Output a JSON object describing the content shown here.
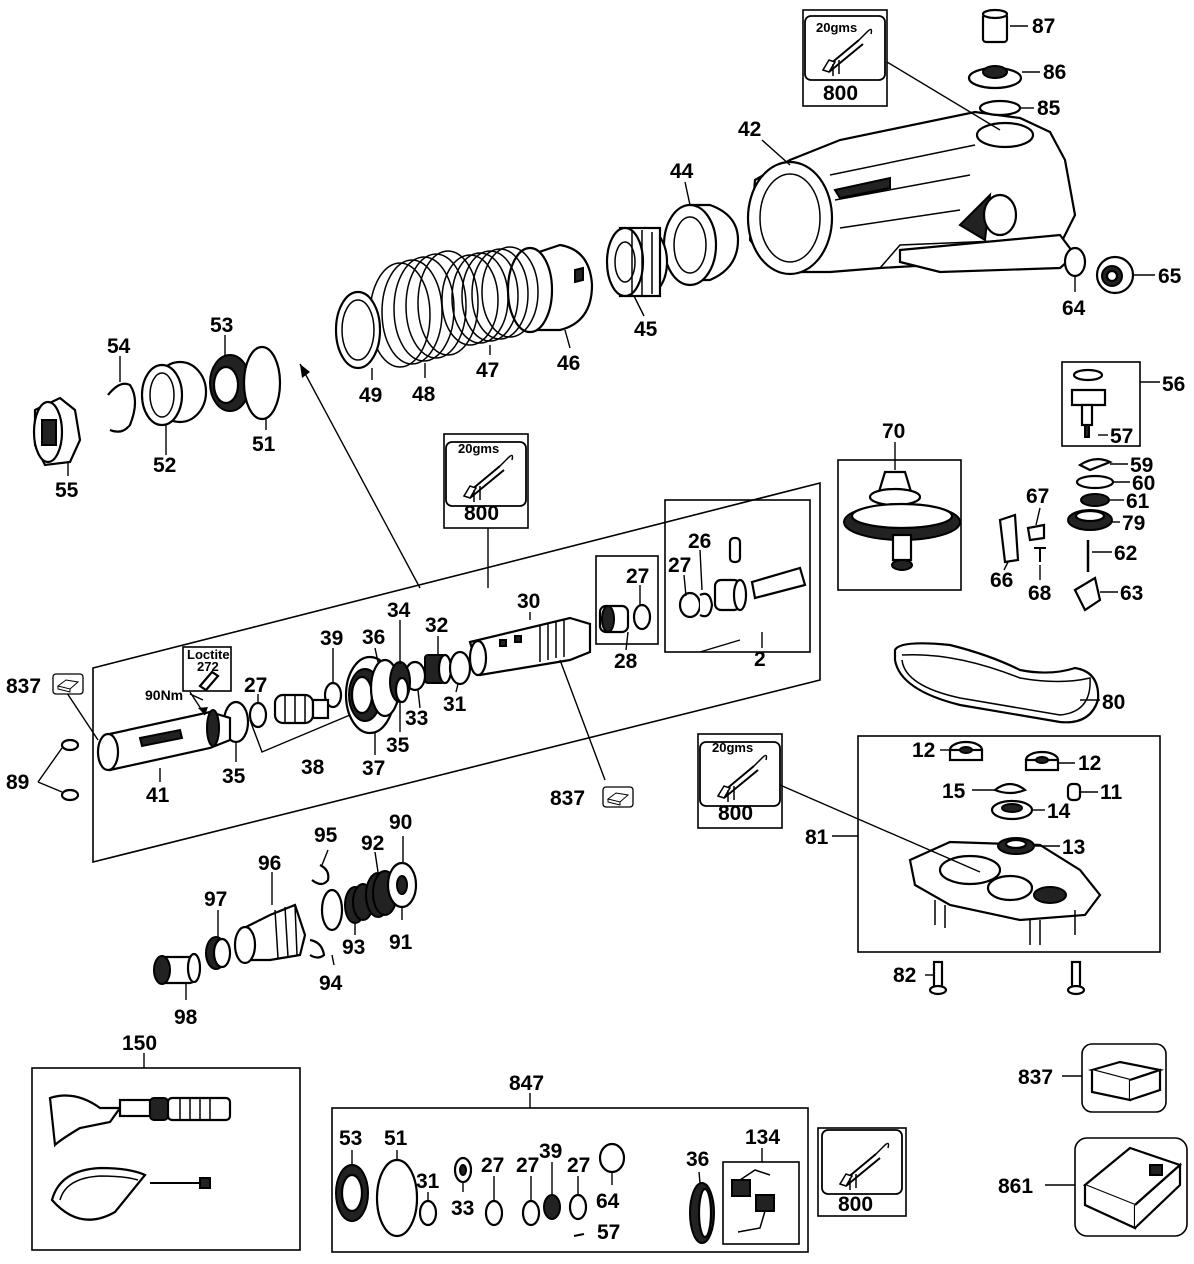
{
  "labels": {
    "p87": "87",
    "p86": "86",
    "p85": "85",
    "p42": "42",
    "p44": "44",
    "p65": "65",
    "p64": "64",
    "p45": "45",
    "p46": "46",
    "p47": "47",
    "p48": "48",
    "p49": "49",
    "p53": "53",
    "p54": "54",
    "p52": "52",
    "p51": "51",
    "p55": "55",
    "p56": "56",
    "p57": "57",
    "p59": "59",
    "p60": "60",
    "p61": "61",
    "p79": "79",
    "p62": "62",
    "p63": "63",
    "p67": "67",
    "p66": "66",
    "p68": "68",
    "p70": "70",
    "p30": "30",
    "p26": "26",
    "p27a": "27",
    "p27b": "27",
    "p27c": "27",
    "p28": "28",
    "p2": "2",
    "p34": "34",
    "p36": "36",
    "p32": "32",
    "p39": "39",
    "p31": "31",
    "p33": "33",
    "p35a": "35",
    "p35b": "35",
    "p37": "37",
    "p38": "38",
    "p41": "41",
    "p89": "89",
    "p837a": "837",
    "p837b": "837",
    "p80": "80",
    "p12a": "12",
    "p12b": "12",
    "p15": "15",
    "p11": "11",
    "p14": "14",
    "p13": "13",
    "p81": "81",
    "p82": "82",
    "p95": "95",
    "p90": "90",
    "p92": "92",
    "p96": "96",
    "p97": "97",
    "p93": "93",
    "p91": "91",
    "p94": "94",
    "p98": "98",
    "p150": "150",
    "p847": "847",
    "k53": "53",
    "k51": "51",
    "k31": "31",
    "k33": "33",
    "k27a": "27",
    "k27b": "27",
    "k39": "39",
    "k27c": "27",
    "k64": "64",
    "k57": "57",
    "k36": "36",
    "k134": "134",
    "p837c": "837",
    "p861": "861"
  },
  "grease": {
    "weight": "20gms",
    "code": "800"
  },
  "loctite": {
    "name": "Loctite",
    "number": "272"
  },
  "torque": "90Nm"
}
